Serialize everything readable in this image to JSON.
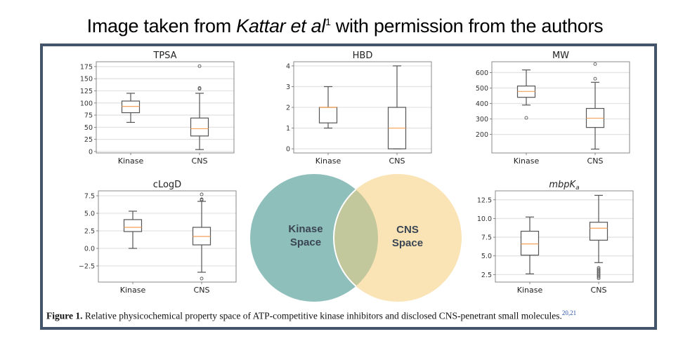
{
  "header": {
    "prefix": "Image taken from ",
    "italic": "Kattar et al",
    "sup": "1",
    "suffix": " with permission from the authors"
  },
  "caption": {
    "label": "Figure 1.",
    "text": " Relative physicochemical property space of ATP-competitive kinase inhibitors and disclosed CNS-penetrant small molecules.",
    "refs": "20,21"
  },
  "venn": {
    "left_label_1": "Kinase",
    "left_label_2": "Space",
    "right_label_1": "CNS",
    "right_label_2": "Space",
    "colors": {
      "left": "#8fbfbb",
      "right": "#fae3b5",
      "overlap": "#c2c89c",
      "text": "#3b4654"
    }
  },
  "colors": {
    "frame_border": "#44546a",
    "box": "#555555",
    "median": "#f5a25a",
    "grid": "#e3e3e3"
  },
  "chart_data": [
    {
      "type": "box",
      "title": "TPSA",
      "categories": [
        "Kinase",
        "CNS"
      ],
      "yticks": [
        0,
        25,
        50,
        75,
        100,
        125,
        150,
        175
      ],
      "ylim": [
        -3,
        185
      ],
      "series": [
        {
          "name": "Kinase",
          "whisker_low": 60,
          "q1": 80,
          "median": 93,
          "q3": 104,
          "whisker_high": 120,
          "outliers": []
        },
        {
          "name": "CNS",
          "whisker_low": 4,
          "q1": 32,
          "median": 47,
          "q3": 69,
          "whisker_high": 120,
          "outliers": [
            129,
            131,
            176
          ]
        }
      ]
    },
    {
      "type": "box",
      "title": "HBD",
      "categories": [
        "Kinase",
        "CNS"
      ],
      "yticks": [
        0,
        1,
        2,
        3,
        4
      ],
      "ylim": [
        -0.2,
        4.2
      ],
      "series": [
        {
          "name": "Kinase",
          "whisker_low": 1,
          "q1": 1.25,
          "median": 2,
          "q3": 2,
          "whisker_high": 3,
          "outliers": []
        },
        {
          "name": "CNS",
          "whisker_low": 0,
          "q1": 0,
          "median": 1,
          "q3": 2,
          "whisker_high": 4,
          "outliers": []
        }
      ]
    },
    {
      "type": "box",
      "title": "MW",
      "categories": [
        "Kinase",
        "CNS"
      ],
      "yticks": [
        200,
        300,
        400,
        500,
        600
      ],
      "ylim": [
        80,
        670
      ],
      "series": [
        {
          "name": "Kinase",
          "whisker_low": 390,
          "q1": 440,
          "median": 478,
          "q3": 513,
          "whisker_high": 617,
          "outliers": [
            307
          ]
        },
        {
          "name": "CNS",
          "whisker_low": 105,
          "q1": 245,
          "median": 305,
          "q3": 368,
          "whisker_high": 537,
          "outliers": [
            560,
            655
          ]
        }
      ]
    },
    {
      "type": "box",
      "title": "cLogD",
      "categories": [
        "Kinase",
        "CNS"
      ],
      "yticks": [
        -2.5,
        0.0,
        2.5,
        5.0,
        7.5
      ],
      "ytick_labels": [
        "−2.5",
        "0.0",
        "2.5",
        "5.0",
        "7.5"
      ],
      "ylim": [
        -4.8,
        8.2
      ],
      "series": [
        {
          "name": "Kinase",
          "whisker_low": 0.0,
          "q1": 2.4,
          "median": 3.0,
          "q3": 4.1,
          "whisker_high": 5.3,
          "outliers": []
        },
        {
          "name": "CNS",
          "whisker_low": -3.4,
          "q1": 0.5,
          "median": 1.7,
          "q3": 3.0,
          "whisker_high": 6.7,
          "outliers": [
            6.9,
            7.0,
            7.7,
            -4.3
          ]
        }
      ]
    },
    {
      "type": "box",
      "title": "mbpKa",
      "title_main": "mbpK",
      "title_sub": "a",
      "categories": [
        "Kinase",
        "CNS"
      ],
      "yticks": [
        2.5,
        5.0,
        7.5,
        10.0,
        12.5
      ],
      "ytick_labels": [
        "2.5",
        "5.0",
        "7.5",
        "10.0",
        "12.5"
      ],
      "ylim": [
        1.5,
        13.7
      ],
      "series": [
        {
          "name": "Kinase",
          "whisker_low": 2.6,
          "q1": 5.1,
          "median": 6.6,
          "q3": 8.3,
          "whisker_high": 10.2,
          "outliers": []
        },
        {
          "name": "CNS",
          "whisker_low": 4.1,
          "q1": 7.1,
          "median": 8.7,
          "q3": 9.5,
          "whisker_high": 13.1,
          "outliers": [
            2.0,
            2.2,
            2.4,
            2.6,
            2.8,
            3.0,
            3.2,
            3.4
          ]
        }
      ]
    }
  ]
}
